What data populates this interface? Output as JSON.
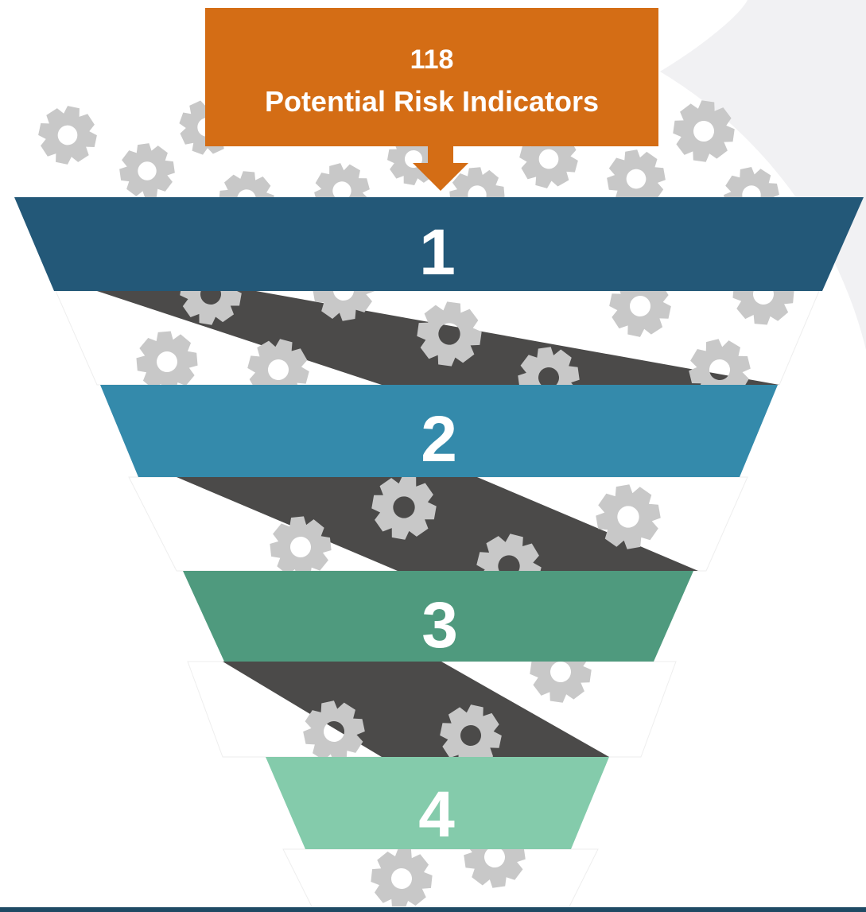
{
  "header": {
    "count": "118",
    "label": "Potential Risk Indicators"
  },
  "stages": [
    {
      "number": "1",
      "color": "#235878"
    },
    {
      "number": "2",
      "color": "#348aab"
    },
    {
      "number": "3",
      "color": "#4f9a7e"
    },
    {
      "number": "4",
      "color": "#84cbab"
    }
  ],
  "colors": {
    "header_box": "#d46d15",
    "chute": "#4b4a49",
    "gear": "#c8c8c8",
    "background_swoosh": "#f1f1f3",
    "footer_bar": "#1e4a64"
  },
  "icons": {
    "gear": "gear-icon",
    "arrow": "down-arrow-icon"
  }
}
